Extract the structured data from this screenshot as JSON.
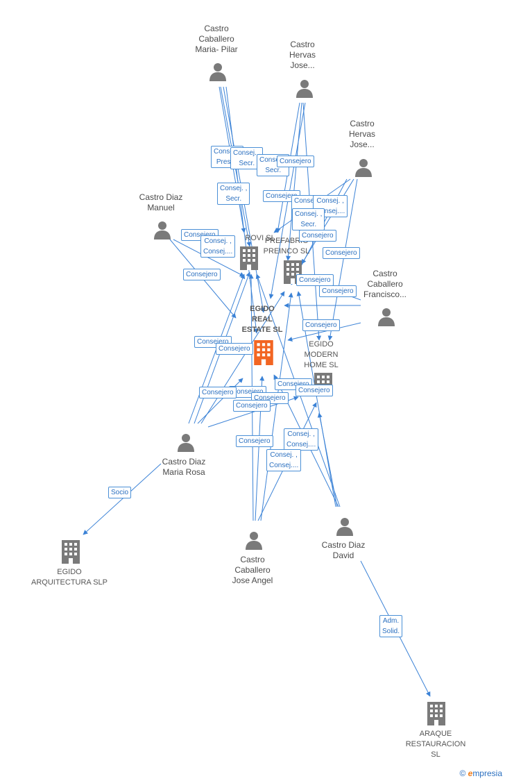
{
  "colors": {
    "edge": "#3b82d6",
    "person": "#7a7a7a",
    "company": "#7a7a7a",
    "highlight": "#f26522"
  },
  "people": [
    {
      "id": "p1",
      "name": "Castro\nCaballero\nMaria- Pilar"
    },
    {
      "id": "p2",
      "name": "Castro\nHervas\nJose..."
    },
    {
      "id": "p3",
      "name": "Castro\nHervas\nJose..."
    },
    {
      "id": "p4",
      "name": "Castro Diaz\nManuel"
    },
    {
      "id": "p5",
      "name": "Castro\nCaballero\nFrancisco..."
    },
    {
      "id": "p6",
      "name": "Castro Diaz\nMaria Rosa"
    },
    {
      "id": "p7",
      "name": "Castro\nCaballero\nJose Angel"
    },
    {
      "id": "p8",
      "name": "Castro Diaz\nDavid"
    }
  ],
  "companies": [
    {
      "id": "c1",
      "name": "ROVI  SL"
    },
    {
      "id": "c2",
      "name": "PREFABRIC\nPREINCO  SL"
    },
    {
      "id": "c3",
      "name": "EGIDO\nREAL\nESTATE  SL"
    },
    {
      "id": "c4",
      "name": "EGIDO\nMODERN\nHOME  SL"
    },
    {
      "id": "c5",
      "name": "EGIDO\nARQUITECTURA SLP"
    },
    {
      "id": "c6",
      "name": "ARAQUE\nRESTAURACION\nSL"
    }
  ],
  "edge_labels": [
    "Consej. ,\nPres....",
    "Consej. ,\nSecr.",
    "Consej. ,\nSecr.",
    "Consejero",
    "Consej. ,\nSecr.",
    "Consejero",
    "Consej. ,\nSecr.",
    "Consej. ,\nConsej....",
    "Consej. ,\nSecr.",
    "Consejero",
    "Consejero",
    "Consej. ,\nConsej....",
    "Consejero",
    "Consejero",
    "Consejero",
    "Consejero",
    "Consejero",
    "Consejero",
    "Consejero",
    "Consejero",
    "Consejero",
    "Consejero",
    "Consejero",
    "Consejero",
    "Consejero",
    "Consej. ,\nConsej....",
    "Consej. ,\nConsej....",
    "Socio",
    "Adm.\nSolid."
  ],
  "brand": {
    "symbol": "©",
    "initial": "e",
    "rest": "mpresia"
  }
}
